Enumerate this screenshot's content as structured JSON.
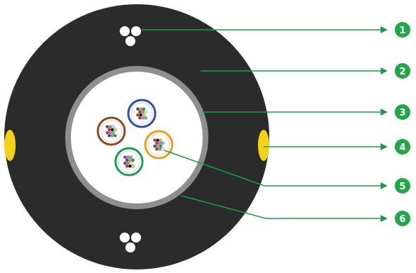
{
  "diagram": {
    "colors": {
      "sheath": "#2b2b2b",
      "inner_ring": "#8e8e8e",
      "core": "#ffffff",
      "ripcord": "#f2d21a",
      "leader": "#1e9a4a",
      "badge": "#23a54c"
    },
    "callouts": [
      {
        "number": "1"
      },
      {
        "number": "2"
      },
      {
        "number": "3"
      },
      {
        "number": "4"
      },
      {
        "number": "5"
      },
      {
        "number": "6"
      }
    ],
    "tubes": [
      {
        "color_name": "blue",
        "color": "#2a4fa3"
      },
      {
        "color_name": "brown",
        "color": "#8b4a1f"
      },
      {
        "color_name": "orange",
        "color": "#f29a1c"
      },
      {
        "color_name": "green",
        "color": "#1f9d55"
      }
    ],
    "fiber_colors": [
      "#2a4fa3",
      "#f29a1c",
      "#1f9d55",
      "#8b4a1f",
      "#9a9a9a",
      "#e8e8e8",
      "#d62f2f",
      "#111111",
      "#f2d21a",
      "#8e3ea8",
      "#e86fb0",
      "#3ec6d8"
    ]
  }
}
